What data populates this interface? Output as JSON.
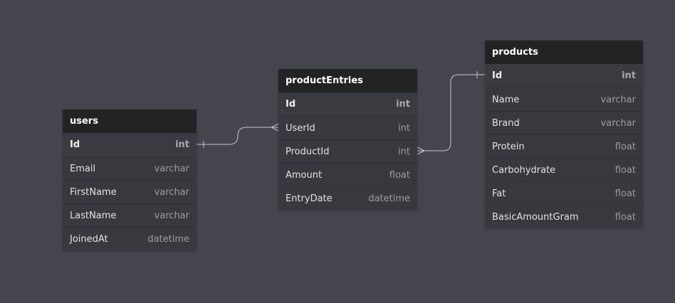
{
  "tables": {
    "users": {
      "name": "users",
      "columns": [
        {
          "name": "Id",
          "type": "int"
        },
        {
          "name": "Email",
          "type": "varchar"
        },
        {
          "name": "FirstName",
          "type": "varchar"
        },
        {
          "name": "LastName",
          "type": "varchar"
        },
        {
          "name": "JoinedAt",
          "type": "datetime"
        }
      ]
    },
    "productEntries": {
      "name": "productEntries",
      "columns": [
        {
          "name": "Id",
          "type": "int"
        },
        {
          "name": "UserId",
          "type": "int"
        },
        {
          "name": "ProductId",
          "type": "int"
        },
        {
          "name": "Amount",
          "type": "float"
        },
        {
          "name": "EntryDate",
          "type": "datetime"
        }
      ]
    },
    "products": {
      "name": "products",
      "columns": [
        {
          "name": "Id",
          "type": "int"
        },
        {
          "name": "Name",
          "type": "varchar"
        },
        {
          "name": "Brand",
          "type": "varchar"
        },
        {
          "name": "Protein",
          "type": "float"
        },
        {
          "name": "Carbohydrate",
          "type": "float"
        },
        {
          "name": "Fat",
          "type": "float"
        },
        {
          "name": "BasicAmountGram",
          "type": "float"
        }
      ]
    }
  },
  "colors": {
    "canvas": "#45454d",
    "table_header": "#232323",
    "table_body": "#38383f",
    "connector": "#c8c8cc"
  }
}
